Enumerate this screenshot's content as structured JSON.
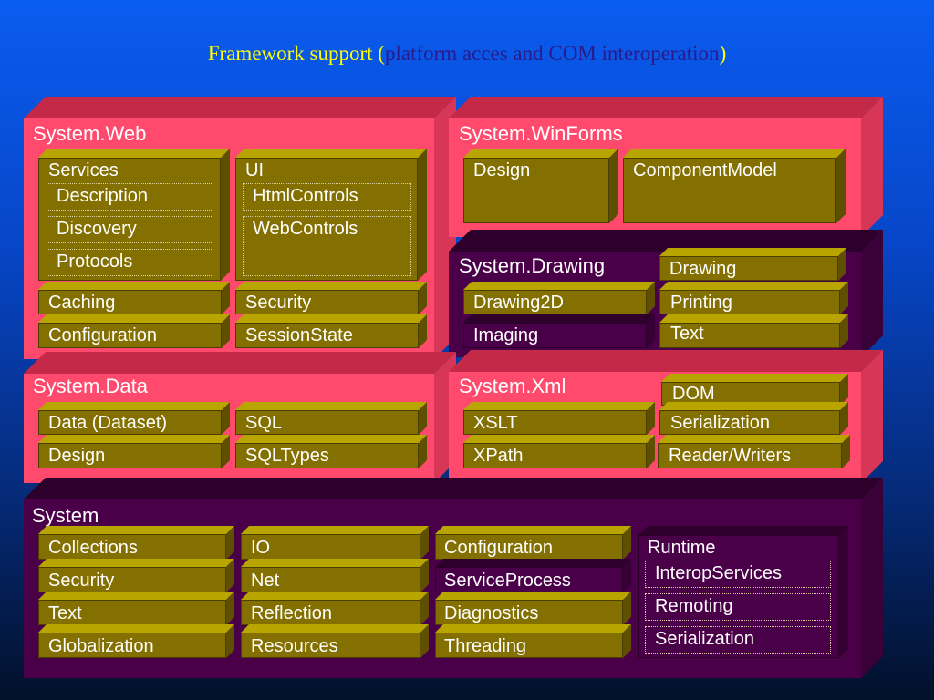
{
  "title": {
    "main": "Framework support (",
    "sub": "platform acces and COM interoperation",
    "end": ")"
  },
  "panels": {
    "web": "System.Web",
    "winforms": "System.WinForms",
    "drawing": "System.Drawing",
    "data": "System.Data",
    "xml": "System.Xml",
    "system": "System"
  },
  "web": {
    "services": {
      "label": "Services",
      "items": [
        "Description",
        "Discovery",
        "Protocols"
      ]
    },
    "ui": {
      "label": "UI",
      "items": [
        "HtmlControls",
        "WebControls"
      ]
    },
    "caching": "Caching",
    "configuration": "Configuration",
    "security": "Security",
    "session_state": "SessionState"
  },
  "winforms": {
    "design": "Design",
    "component_model": "ComponentModel"
  },
  "drawing": {
    "drawing": "Drawing",
    "drawing2d": "Drawing2D",
    "printing": "Printing",
    "imaging": "Imaging",
    "text": "Text"
  },
  "data": {
    "dataset": "Data (Dataset)",
    "sql": "SQL",
    "design": "Design",
    "sqltypes": "SQLTypes"
  },
  "xml": {
    "dom": "DOM",
    "xslt": "XSLT",
    "serialization": "Serialization",
    "xpath": "XPath",
    "reader_writers": "Reader/Writers"
  },
  "system": {
    "col1": [
      "Collections",
      "Security",
      "Text",
      "Globalization"
    ],
    "col2": [
      "IO",
      "Net",
      "Reflection",
      "Resources"
    ],
    "col3": [
      "Configuration",
      "ServiceProcess",
      "Diagnostics",
      "Threading"
    ],
    "runtime": {
      "label": "Runtime",
      "items": [
        "InteropServices",
        "Remoting",
        "Serialization"
      ]
    }
  }
}
